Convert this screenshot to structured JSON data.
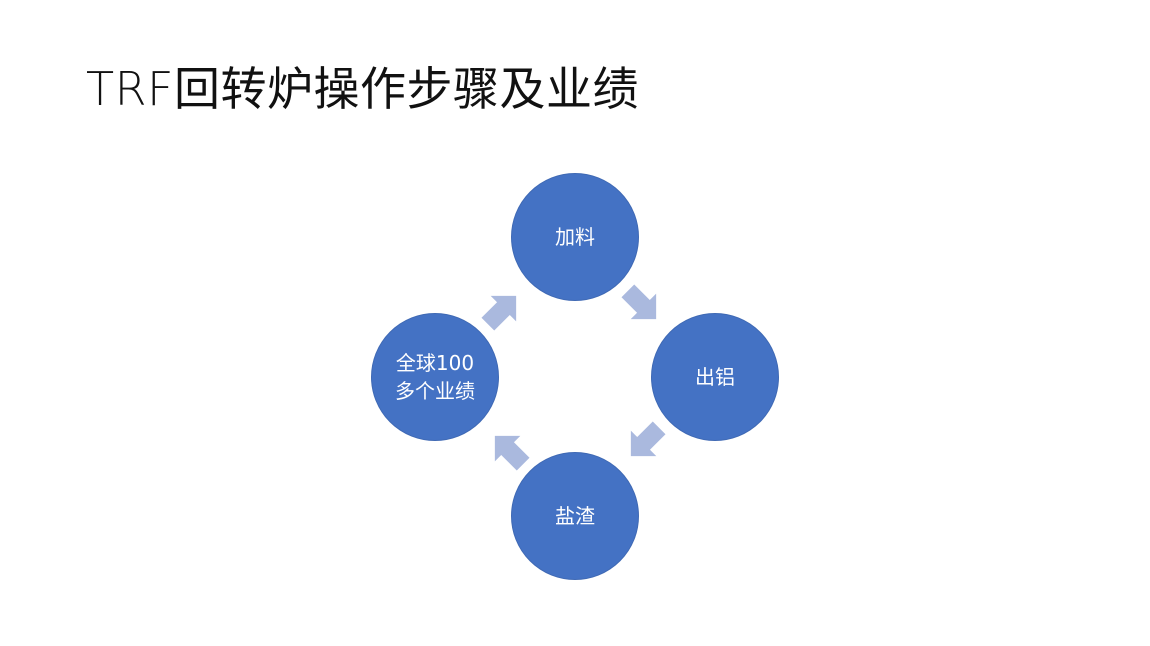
{
  "slide": {
    "title": "TRF回转炉操作步骤及业绩"
  },
  "diagram": {
    "type": "cycle",
    "nodes": [
      {
        "id": "top",
        "label": "加料"
      },
      {
        "id": "right",
        "label": "出铝"
      },
      {
        "id": "bottom",
        "label": "盐渣"
      },
      {
        "id": "left",
        "label": "全球100多个业绩"
      }
    ],
    "edges": [
      {
        "from": "top",
        "to": "right"
      },
      {
        "from": "right",
        "to": "bottom"
      },
      {
        "from": "bottom",
        "to": "left"
      },
      {
        "from": "left",
        "to": "top"
      }
    ]
  },
  "colors": {
    "node_fill": "#4472c4",
    "arrow_fill": "#aab9de",
    "title_text": "#111111",
    "node_text": "#ffffff",
    "background": "#ffffff"
  },
  "icons": {
    "arrow": "block-arrow"
  }
}
